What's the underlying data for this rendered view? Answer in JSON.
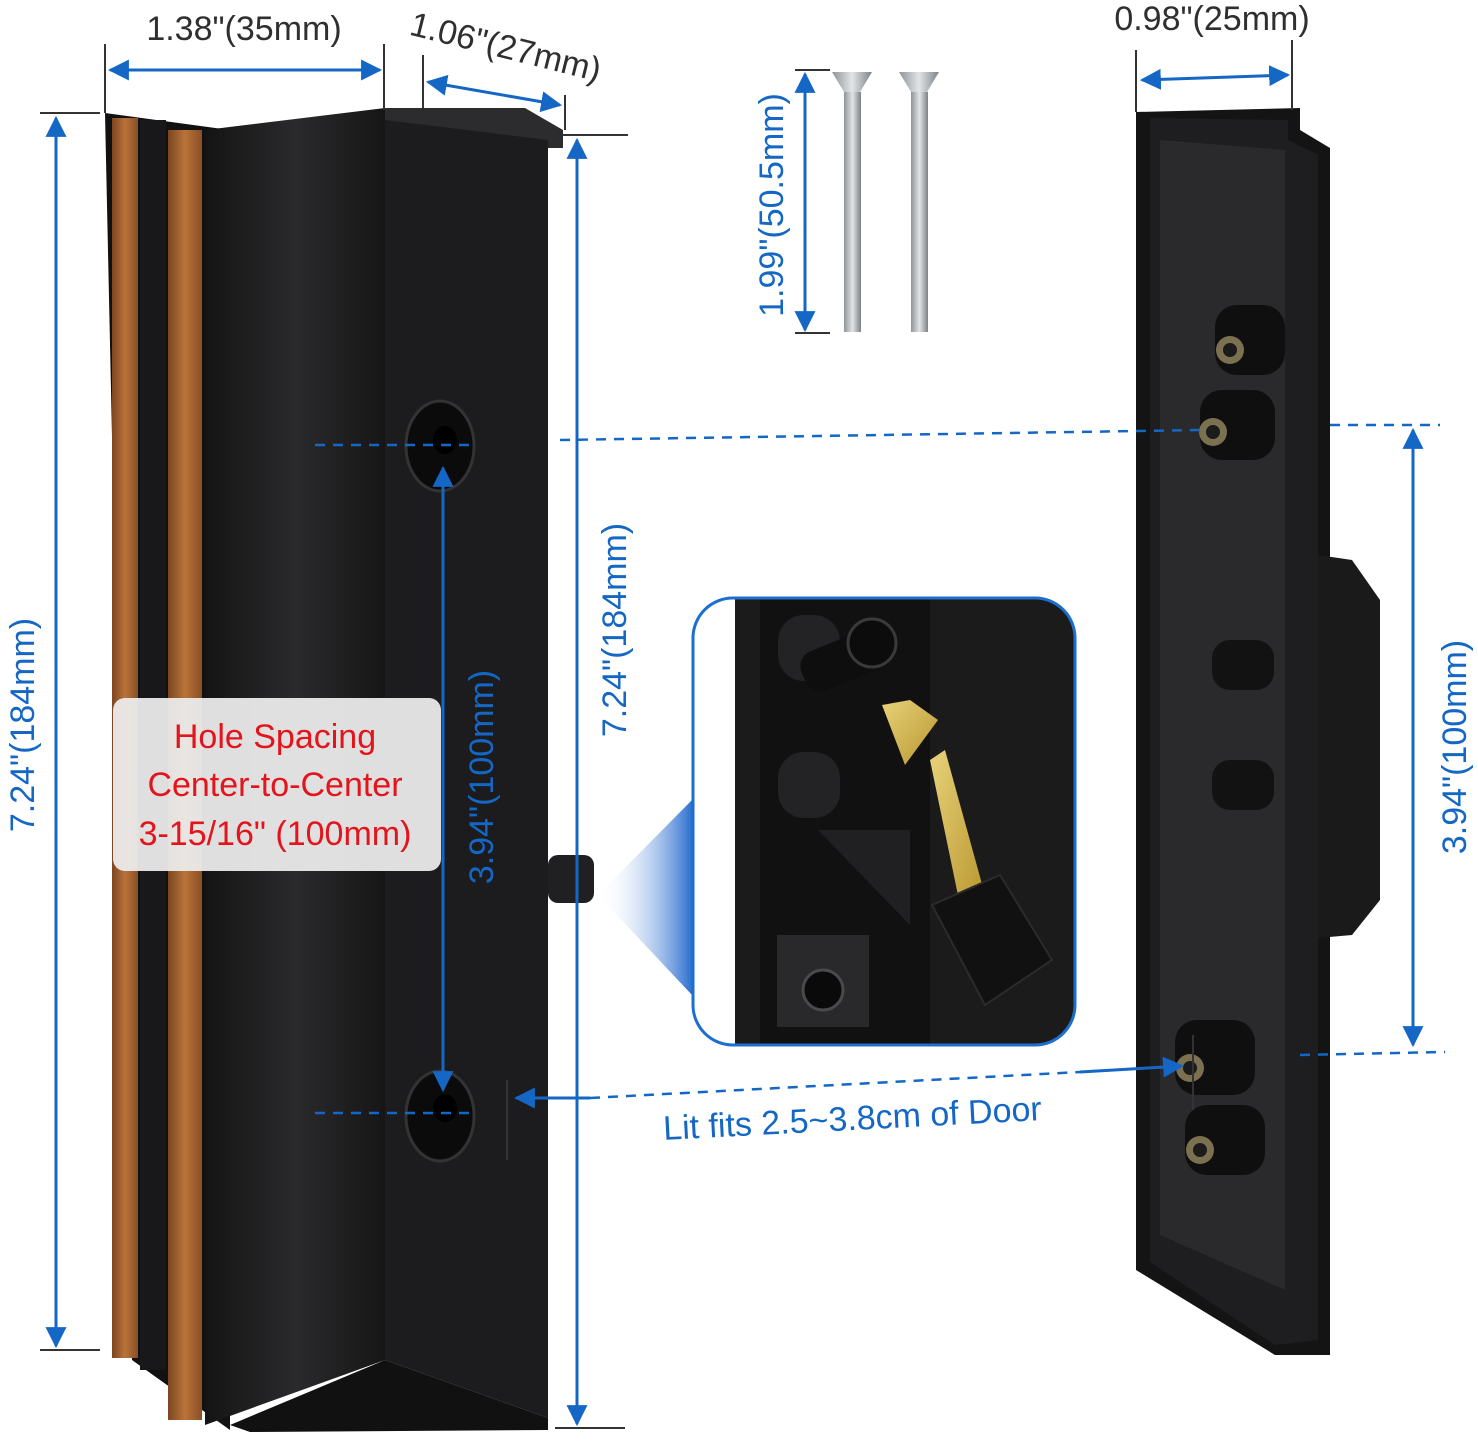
{
  "labels": {
    "top_width_left": "1.38\"(35mm)",
    "top_depth": "1.06\"(27mm)",
    "top_width_right": "0.98\"(25mm)",
    "screw_length": "1.99\"(50.5mm)",
    "height_left": "7.24\"(184mm)",
    "height_center": "7.24\"(184mm)",
    "hole_spacing_left": "3.94\"(100mm)",
    "hole_spacing_right": "3.94\"(100mm)",
    "door_fit": "Lit fits 2.5~3.8cm of Door"
  },
  "callout": {
    "line1": "Hole Spacing",
    "line2": "Center-to-Center",
    "line3": "3-15/16\" (100mm)"
  },
  "colors": {
    "dimension_blue": "#1467c4",
    "callout_red": "#e3141b",
    "handle_black": "#1c1c1e",
    "wood_trim": "#a8652e"
  }
}
